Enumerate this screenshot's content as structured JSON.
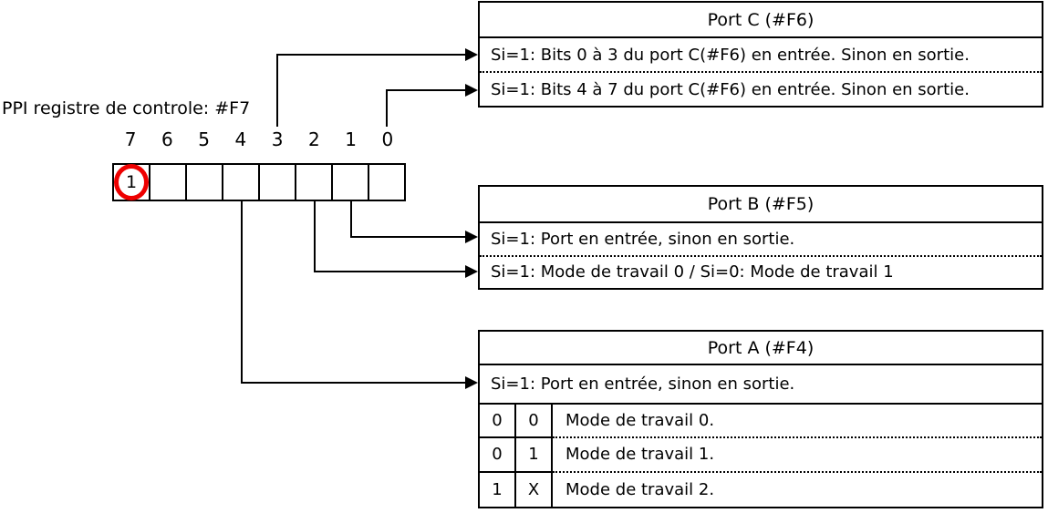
{
  "colors": {
    "highlight_red": "#ee0000",
    "line_black": "#000000",
    "background": "#ffffff"
  },
  "label": "PPI registre de controle: #F7",
  "register": {
    "bit_labels": [
      "7",
      "6",
      "5",
      "4",
      "3",
      "2",
      "1",
      "0"
    ],
    "bit7_value": "1"
  },
  "tables": {
    "port_c": {
      "title": "Port C (#F6)",
      "rows": [
        "Si=1: Bits 0 à 3 du port C(#F6) en entrée. Sinon en sortie.",
        "Si=1: Bits 4 à 7 du port C(#F6) en entrée. Sinon en sortie."
      ]
    },
    "port_b": {
      "title": "Port B (#F5)",
      "rows": [
        "Si=1: Port en entrée, sinon en sortie.",
        "Si=1: Mode de travail 0 / Si=0: Mode de travail 1"
      ]
    },
    "port_a": {
      "title": "Port A (#F4)",
      "row1": "Si=1: Port en entrée, sinon en sortie.",
      "modes": [
        {
          "c1": "0",
          "c2": "0",
          "desc": "Mode de travail 0."
        },
        {
          "c1": "0",
          "c2": "1",
          "desc": "Mode de travail 1."
        },
        {
          "c1": "1",
          "c2": "X",
          "desc": "Mode de travail 2."
        }
      ]
    }
  }
}
